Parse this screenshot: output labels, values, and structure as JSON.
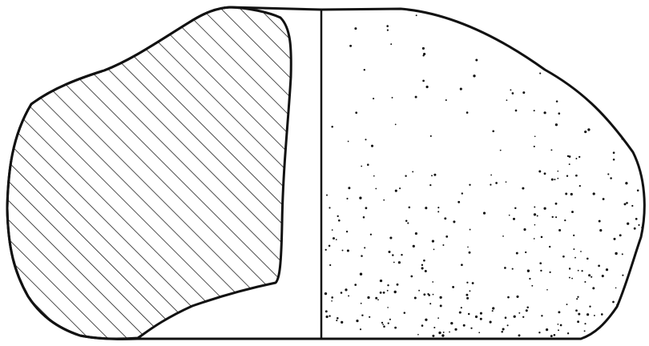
{
  "figure": {
    "kind": "section drawing",
    "has_text": false,
    "colors": {
      "ink": "#111111",
      "paper": "#ffffff"
    },
    "regions": [
      {
        "name": "left-section",
        "fill_pattern": "diagonal-hatch"
      },
      {
        "name": "right-section",
        "fill_pattern": "stipple-gradient"
      }
    ]
  }
}
